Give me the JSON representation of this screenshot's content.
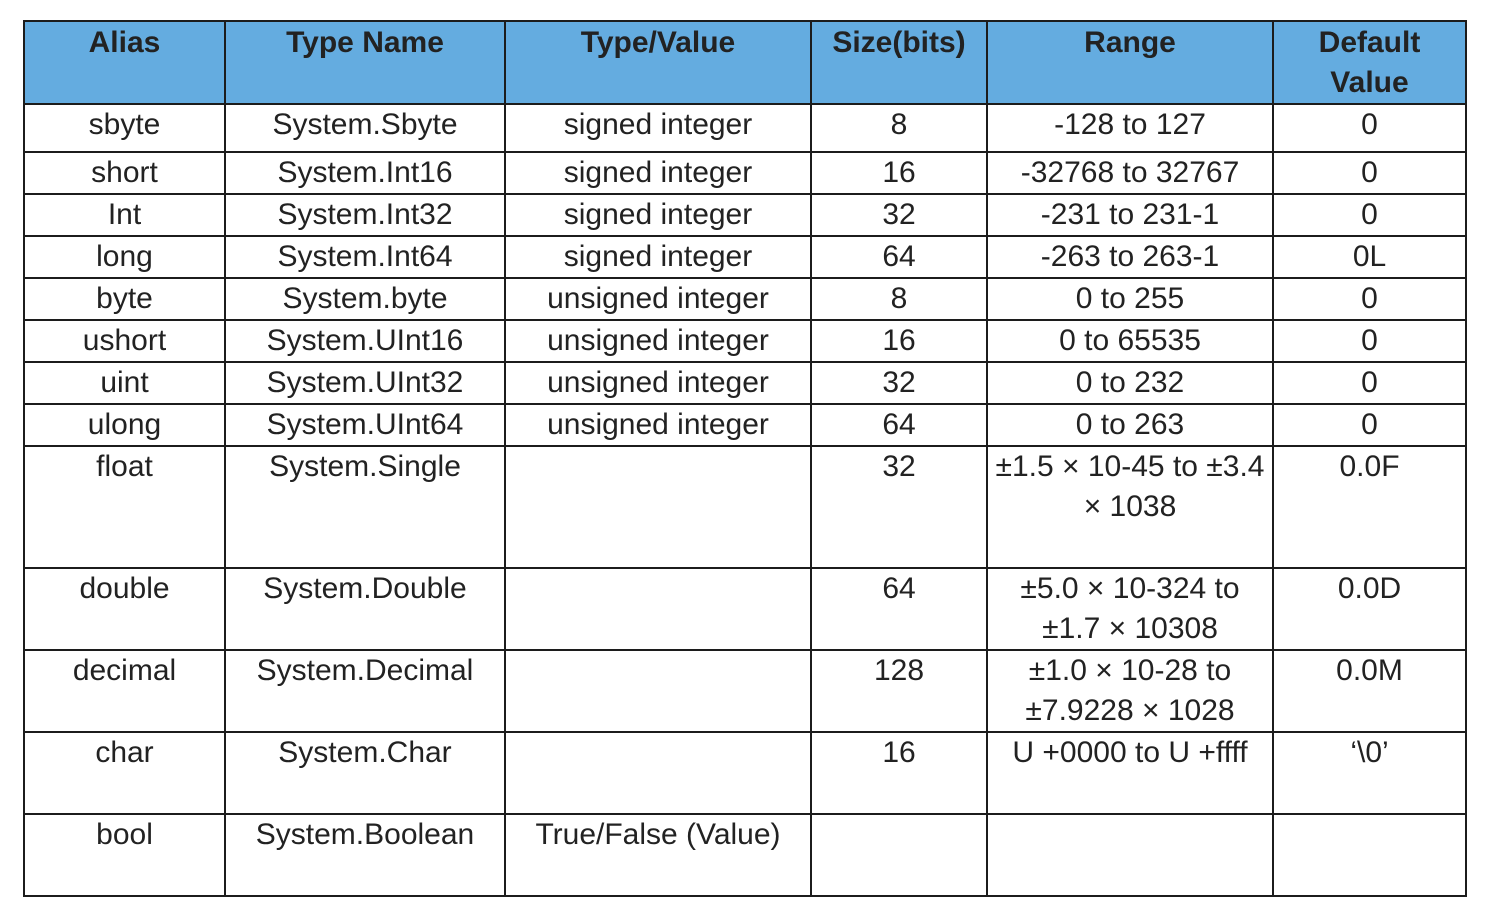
{
  "table": {
    "headers": [
      "Alias",
      "Type Name",
      "Type/Value",
      "Size(bits)",
      "Range",
      "Default Value"
    ],
    "rows": [
      [
        "sbyte",
        "System.Sbyte",
        "signed integer",
        "8",
        "-128 to 127",
        "0"
      ],
      [
        "short",
        "System.Int16",
        "signed integer",
        "16",
        "-32768 to 32767",
        "0"
      ],
      [
        "Int",
        "System.Int32",
        "signed integer",
        "32",
        "-231 to 231-1",
        "0"
      ],
      [
        "long",
        "System.Int64",
        "signed integer",
        "64",
        "-263 to 263-1",
        "0L"
      ],
      [
        "byte",
        "System.byte",
        "unsigned integer",
        "8",
        "0 to 255",
        "0"
      ],
      [
        "ushort",
        "System.UInt16",
        "unsigned integer",
        "16",
        "0 to 65535",
        "0"
      ],
      [
        "uint",
        "System.UInt32",
        "unsigned integer",
        "32",
        "0 to 232",
        "0"
      ],
      [
        "ulong",
        "System.UInt64",
        "unsigned integer",
        "64",
        "0 to 263",
        "0"
      ],
      [
        "float",
        "System.Single",
        "",
        "32",
        "±1.5 × 10-45 to ±3.4 × 1038",
        "0.0F"
      ],
      [
        "double",
        "System.Double",
        "",
        "64",
        "±5.0 × 10-324 to ±1.7 × 10308",
        "0.0D"
      ],
      [
        "decimal",
        "System.Decimal",
        "",
        "128",
        "±1.0 × 10-28 to ±7.9228 × 1028",
        "0.0M"
      ],
      [
        "char",
        "System.Char",
        "",
        "16",
        "U +0000 to U +ffff",
        "‘\\0’"
      ],
      [
        "bool",
        "System.Boolean",
        "True/False (Value)",
        "",
        "",
        ""
      ]
    ]
  },
  "colors": {
    "header_background": "#64ace0",
    "border": "#1c1c1c",
    "text": "#222222"
  }
}
